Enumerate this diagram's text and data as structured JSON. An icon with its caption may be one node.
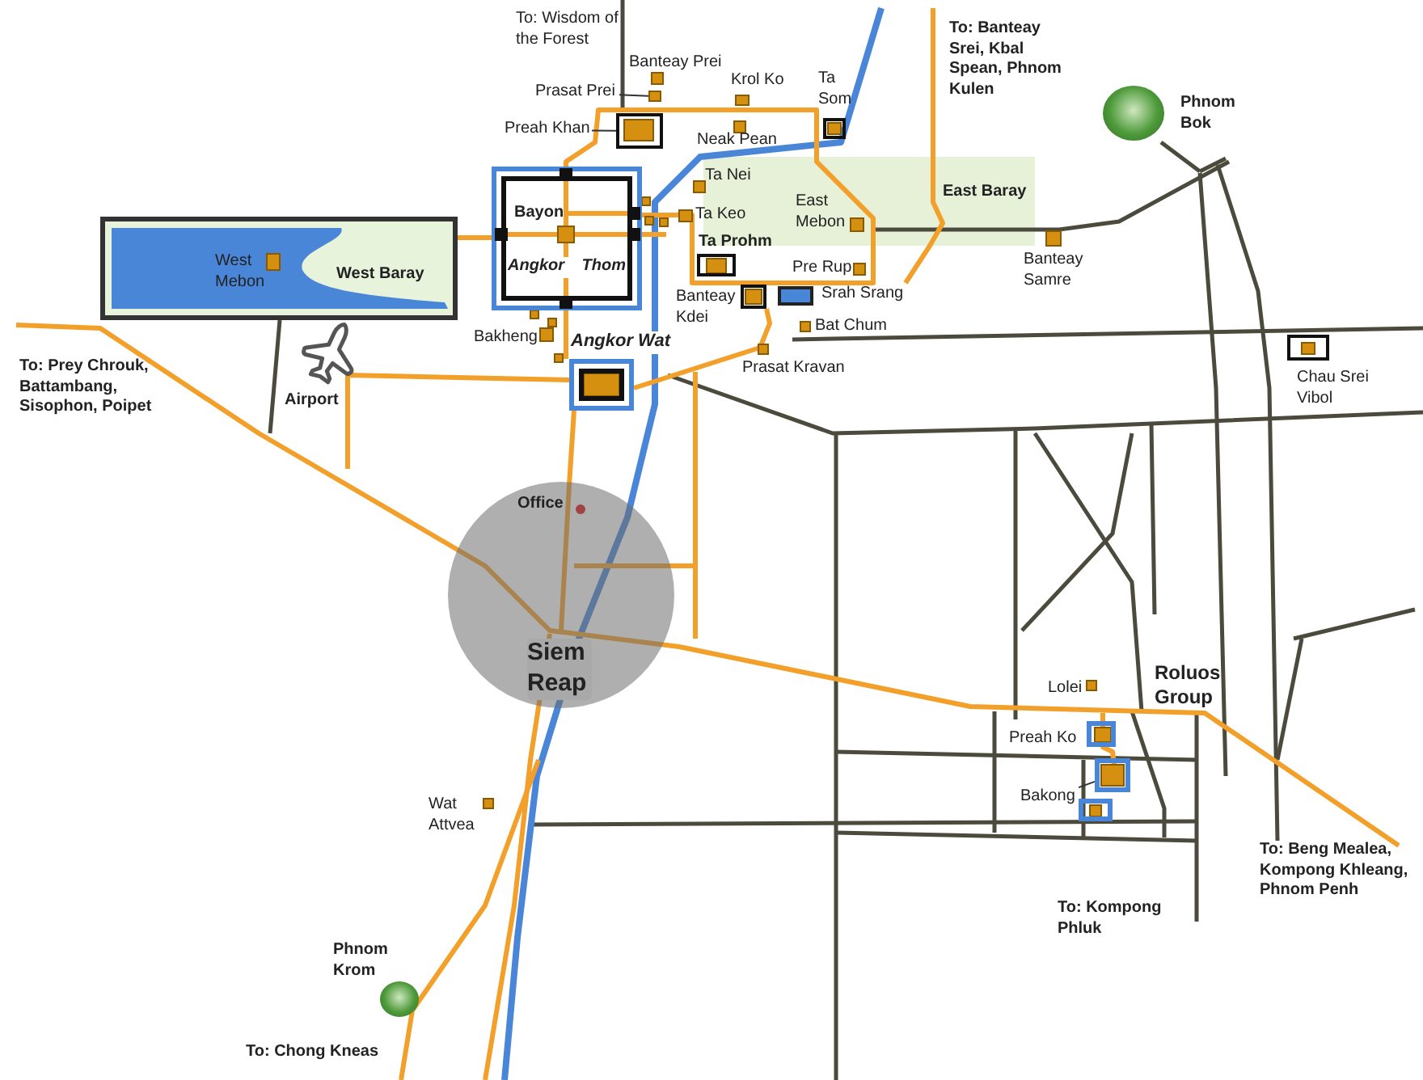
{
  "diagram": {
    "nodes": [
      {
        "text": [
          "Prasat Prei"
        ]
      },
      {
        "text": [],
        "shape": "box"
      },
      {
        "text": [
          "Ta Som"
        ]
      },
      {
        "text": [
          "Preah Khan"
        ]
      },
      {
        "text": [],
        "shape": "box"
      },
      {
        "text": [],
        "shape": "circle",
        "beside": [
          "Phnom Bok"
        ]
      },
      {
        "text": [
          "Bayon",
          "Angkor Thom"
        ]
      },
      {
        "text": [
          "West Mebon",
          "West Baray"
        ]
      },
      {
        "text": [
          "Ta Prohm"
        ]
      },
      {
        "text": [
          "Banteay Kdei"
        ]
      },
      {
        "text": [],
        "shape": "box",
        "beside": [
          "Srah Srang"
        ]
      },
      {
        "text": [
          "Angkor Wat"
        ]
      },
      {
        "text": [
          "Chau Srei Vibol"
        ]
      },
      {
        "text": [
          "Siem Reap"
        ]
      },
      {
        "text": [
          "Preah Ko"
        ]
      },
      {
        "text": [
          "Bakong"
        ]
      },
      {
        "text": [],
        "shape": "box"
      },
      {
        "text": [],
        "shape": "box"
      },
      {
        "text": [],
        "shape": "circle",
        "beside": [
          "Phnom Krom"
        ]
      }
    ],
    "edges": [
      {
        "from": 0,
        "to": 1,
        "arrow": "none"
      },
      {
        "from": 3,
        "to": 4,
        "arrow": "none"
      },
      {
        "from": 15,
        "to": 16,
        "arrow": "none"
      }
    ],
    "labels": [
      "To: Wisdom of the Forest",
      "Banteay Prei",
      "Krol Ko",
      "Neak Pean",
      "To: Banteay Srei, Kbal Spean, Phnom Kulen",
      "Ta Nei",
      "Ta Keo",
      "East Mebon",
      "East Baray",
      "Pre Rup",
      "Banteay Samre",
      "Bakheng",
      "Bat Chum",
      "Prasat Kravan",
      "To: Prey Chrouk, Battambang, Sisophon, Poipet",
      "Airport",
      "Office",
      "Lolei",
      "Roluos Group",
      "Wat Attvea",
      "To: Beng Mealea, Kompong Khleang, Phnom Penh",
      "To: Kompong Phluk",
      "To: Chong Kneas"
    ]
  }
}
